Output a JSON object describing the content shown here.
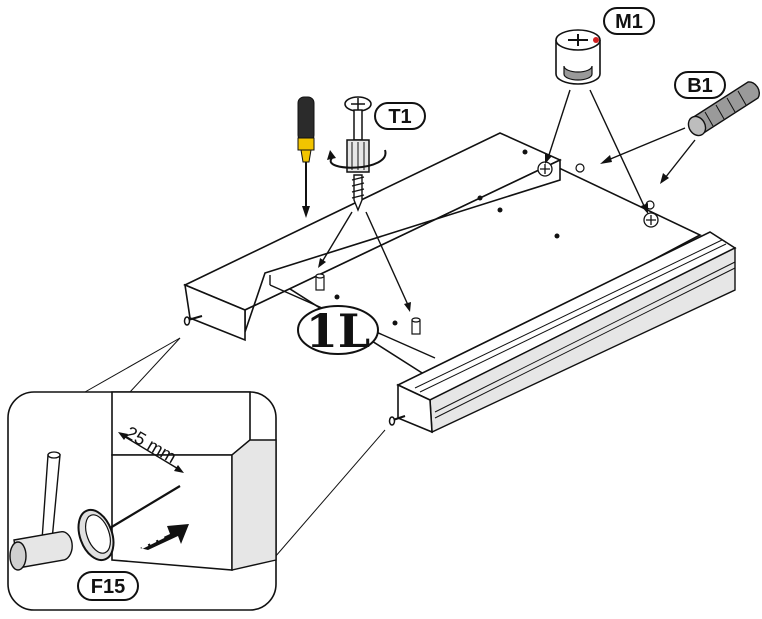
{
  "labels": {
    "cam_lock": "M1",
    "screw": "T1",
    "dowel": "B1",
    "panel": "1L",
    "nail": "F15",
    "measure": "25 mm"
  },
  "icons": [
    "screwdriver-icon",
    "cam-lock-icon",
    "wooden-dowel-icon",
    "screw-icon",
    "hammer-icon",
    "nail-icon",
    "push-arrow-icon"
  ],
  "colors": {
    "screwdriver_handle": "#2b2b2b",
    "screwdriver_band": "#f2c400",
    "cam_accent": "#d21e1e",
    "line": "#111111",
    "shade": "#e6e6e6"
  }
}
